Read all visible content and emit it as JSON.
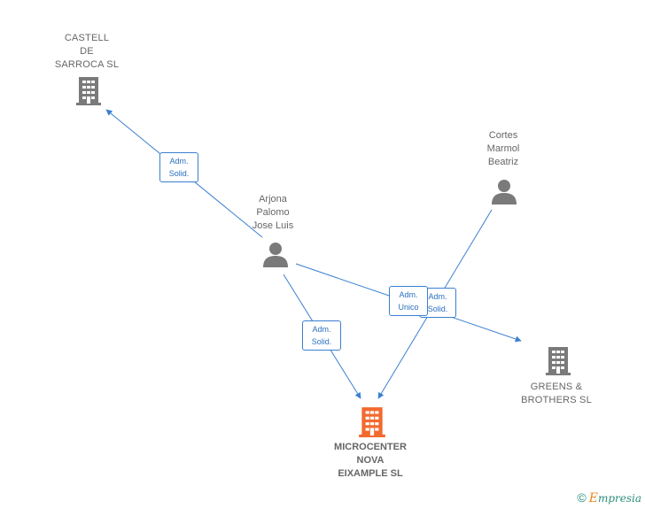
{
  "nodes": {
    "castell": {
      "label": "CASTELL\nDE\nSARROCA SL",
      "type": "company"
    },
    "cortes": {
      "label": "Cortes\nMarmol\nBeatriz",
      "type": "person"
    },
    "arjona": {
      "label": "Arjona\nPalomo\nJose Luis",
      "type": "person"
    },
    "greens": {
      "label": "GREENS &\nBROTHERS  SL",
      "type": "company"
    },
    "microcenter": {
      "label": "MICROCENTER\nNOVA\nEIXAMPLE  SL",
      "type": "company-main"
    }
  },
  "edges": {
    "arjona_castell": "Adm.\nSolid.",
    "arjona_microcenter": "Adm.\nSolid.",
    "cortes_microcenter": "Adm.\nUnico",
    "arjona_greens": "Adm.\nSolid."
  },
  "colors": {
    "edge": "#3a7fd0",
    "icon": "#7a7a7a",
    "main_icon": "#f26a2f"
  },
  "footer": {
    "copyright": "©",
    "brand_initial": "E",
    "brand_rest": "mpresia"
  }
}
